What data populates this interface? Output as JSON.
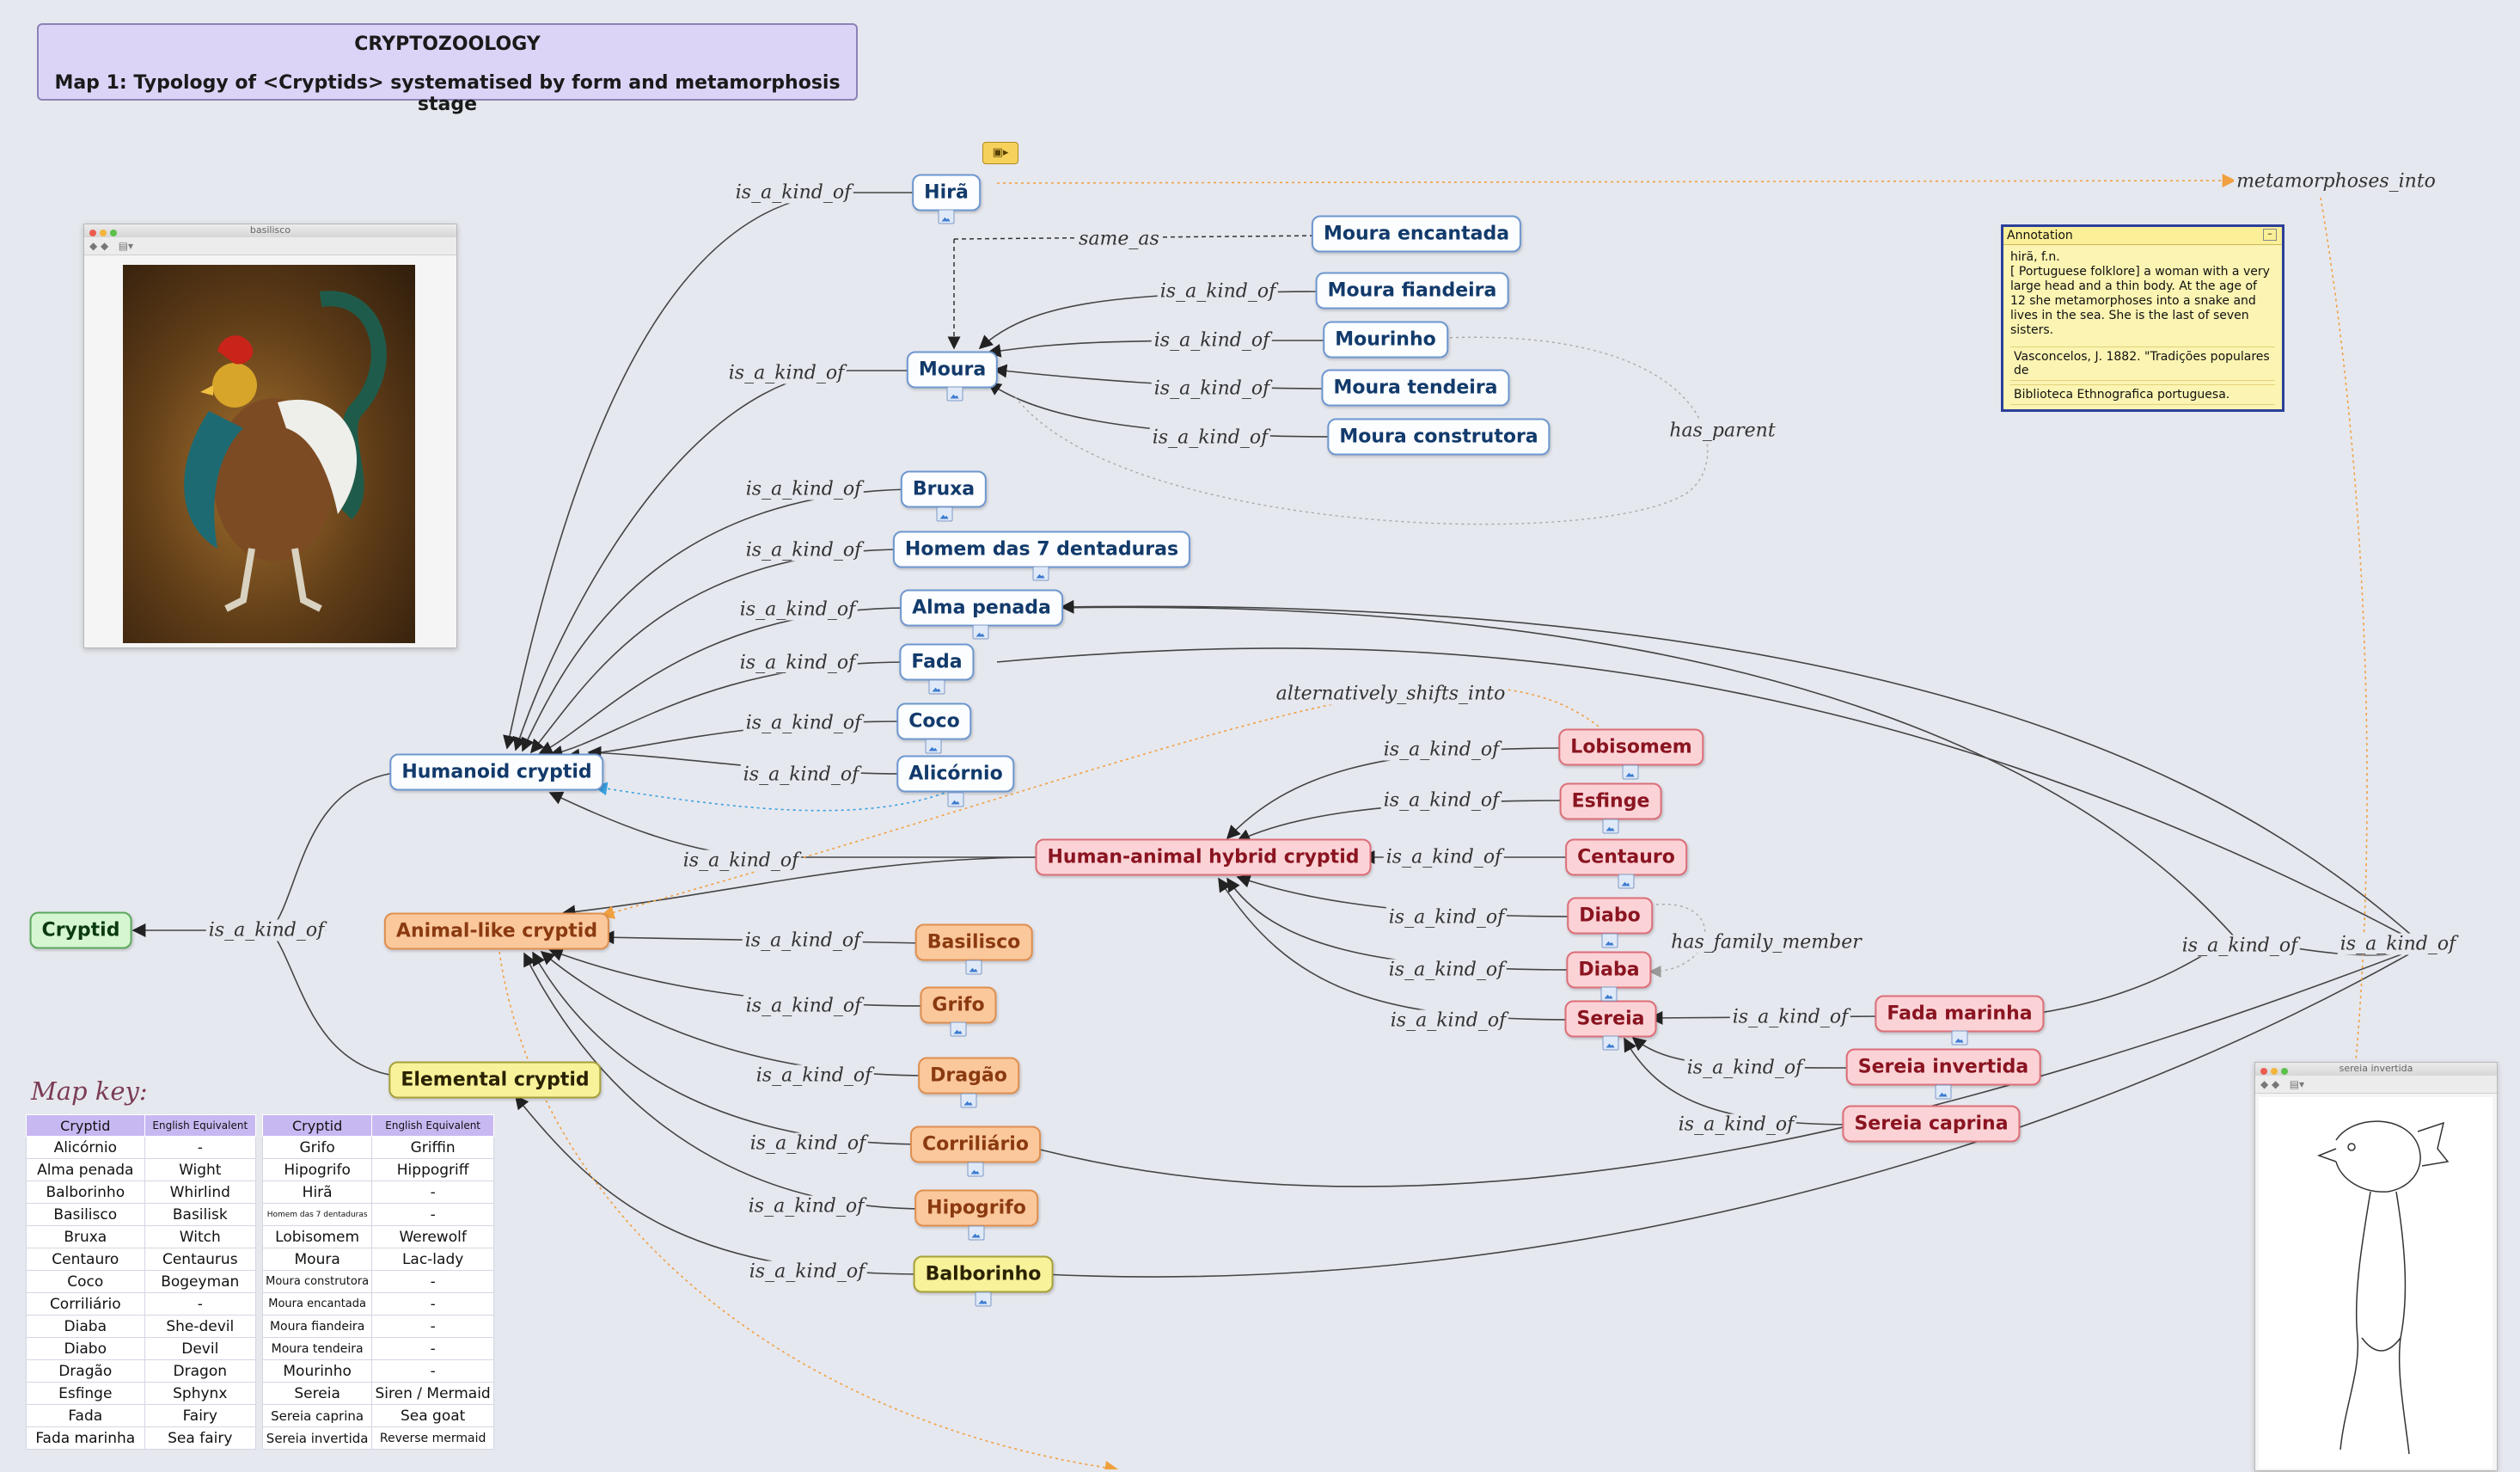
{
  "title": {
    "line1": "CRYPTOZOOLOGY",
    "line2": "Map 1: Typology of <Cryptids> systematised by form and metamorphosis stage"
  },
  "nodes": {
    "cryptid": "Cryptid",
    "humanoid": "Humanoid cryptid",
    "animal": "Animal-like cryptid",
    "elemental": "Elemental cryptid",
    "hybrid": "Human-animal hybrid cryptid",
    "hira": "Hirã",
    "moura": "Moura",
    "moura_encantada": "Moura encantada",
    "moura_fiandeira": "Moura fiandeira",
    "mourinho": "Mourinho",
    "moura_tendeira": "Moura tendeira",
    "moura_construtora": "Moura construtora",
    "bruxa": "Bruxa",
    "homem": "Homem das 7 dentaduras",
    "alma": "Alma penada",
    "fada": "Fada",
    "coco": "Coco",
    "alicornio": "Alicórnio",
    "lobisomem": "Lobisomem",
    "esfinge": "Esfinge",
    "centauro": "Centauro",
    "diabo": "Diabo",
    "diaba": "Diaba",
    "sereia": "Sereia",
    "fada_marinha": "Fada marinha",
    "sereia_invertida": "Sereia invertida",
    "sereia_caprina": "Sereia caprina",
    "basilisco": "Basilisco",
    "grifo": "Grifo",
    "dragao": "Dragão",
    "corrilario": "Corriliário",
    "hipogrifo": "Hipogrifo",
    "balborinho": "Balborinho"
  },
  "relations": {
    "kind": "is_a_kind_of",
    "same_as": "same_as",
    "metamorphoses_into": "metamorphoses_into",
    "has_parent": "has_parent",
    "alternatively": "alternatively_shifts_into",
    "has_family_member": "has_family_member"
  },
  "windows": {
    "basilisco": "basilisco",
    "sereia": "sereia invertida"
  },
  "annotation": {
    "header": "Annotation",
    "term": "hirã, f.n.",
    "text": "[ Portuguese folklore] a woman with a very large head and a thin body. At the age of 12 she metamorphoses into a snake and lives in the sea. She is the last of seven sisters.",
    "ref1": "Vasconcelos, J. 1882. \"Tradições populares de",
    "ref2": "Biblioteca Ethnografica portuguesa."
  },
  "key": {
    "title": "Map key:",
    "headers": [
      "Cryptid",
      "English Equivalent"
    ],
    "left": [
      [
        "Alicórnio",
        "-"
      ],
      [
        "Alma penada",
        "Wight"
      ],
      [
        "Balborinho",
        "Whirlind"
      ],
      [
        "Basilisco",
        "Basilisk"
      ],
      [
        "Bruxa",
        "Witch"
      ],
      [
        "Centauro",
        "Centaurus"
      ],
      [
        "Coco",
        "Bogeyman"
      ],
      [
        "Corriliário",
        "-"
      ],
      [
        "Diaba",
        "She-devil"
      ],
      [
        "Diabo",
        "Devil"
      ],
      [
        "Dragão",
        "Dragon"
      ],
      [
        "Esfinge",
        "Sphynx"
      ],
      [
        "Fada",
        "Fairy"
      ],
      [
        "Fada marinha",
        "Sea fairy"
      ]
    ],
    "right": [
      [
        "Grifo",
        "Griffin"
      ],
      [
        "Hipogrifo",
        "Hippogriff"
      ],
      [
        "Hirã",
        "-"
      ],
      [
        "Homem das 7 dentaduras",
        "-"
      ],
      [
        "Lobisomem",
        "Werewolf"
      ],
      [
        "Moura",
        "Lac-lady"
      ],
      [
        "Moura construtora",
        "-"
      ],
      [
        "Moura encantada",
        "-"
      ],
      [
        "Moura fiandeira",
        "-"
      ],
      [
        "Moura tendeira",
        "-"
      ],
      [
        "Mourinho",
        "-"
      ],
      [
        "Sereia",
        "Siren / Mermaid"
      ],
      [
        "Sereia caprina",
        "Sea goat"
      ],
      [
        "Sereia invertida",
        "Reverse mermaid"
      ]
    ]
  },
  "colors": {
    "blue": "#6e97cf",
    "red": "#dc6e78",
    "orange": "#df8f4f",
    "yellow": "#a6a03b",
    "green": "#5ca85e",
    "title_bg": "#dcd4f7",
    "annotation_border": "#2c3f9a"
  }
}
